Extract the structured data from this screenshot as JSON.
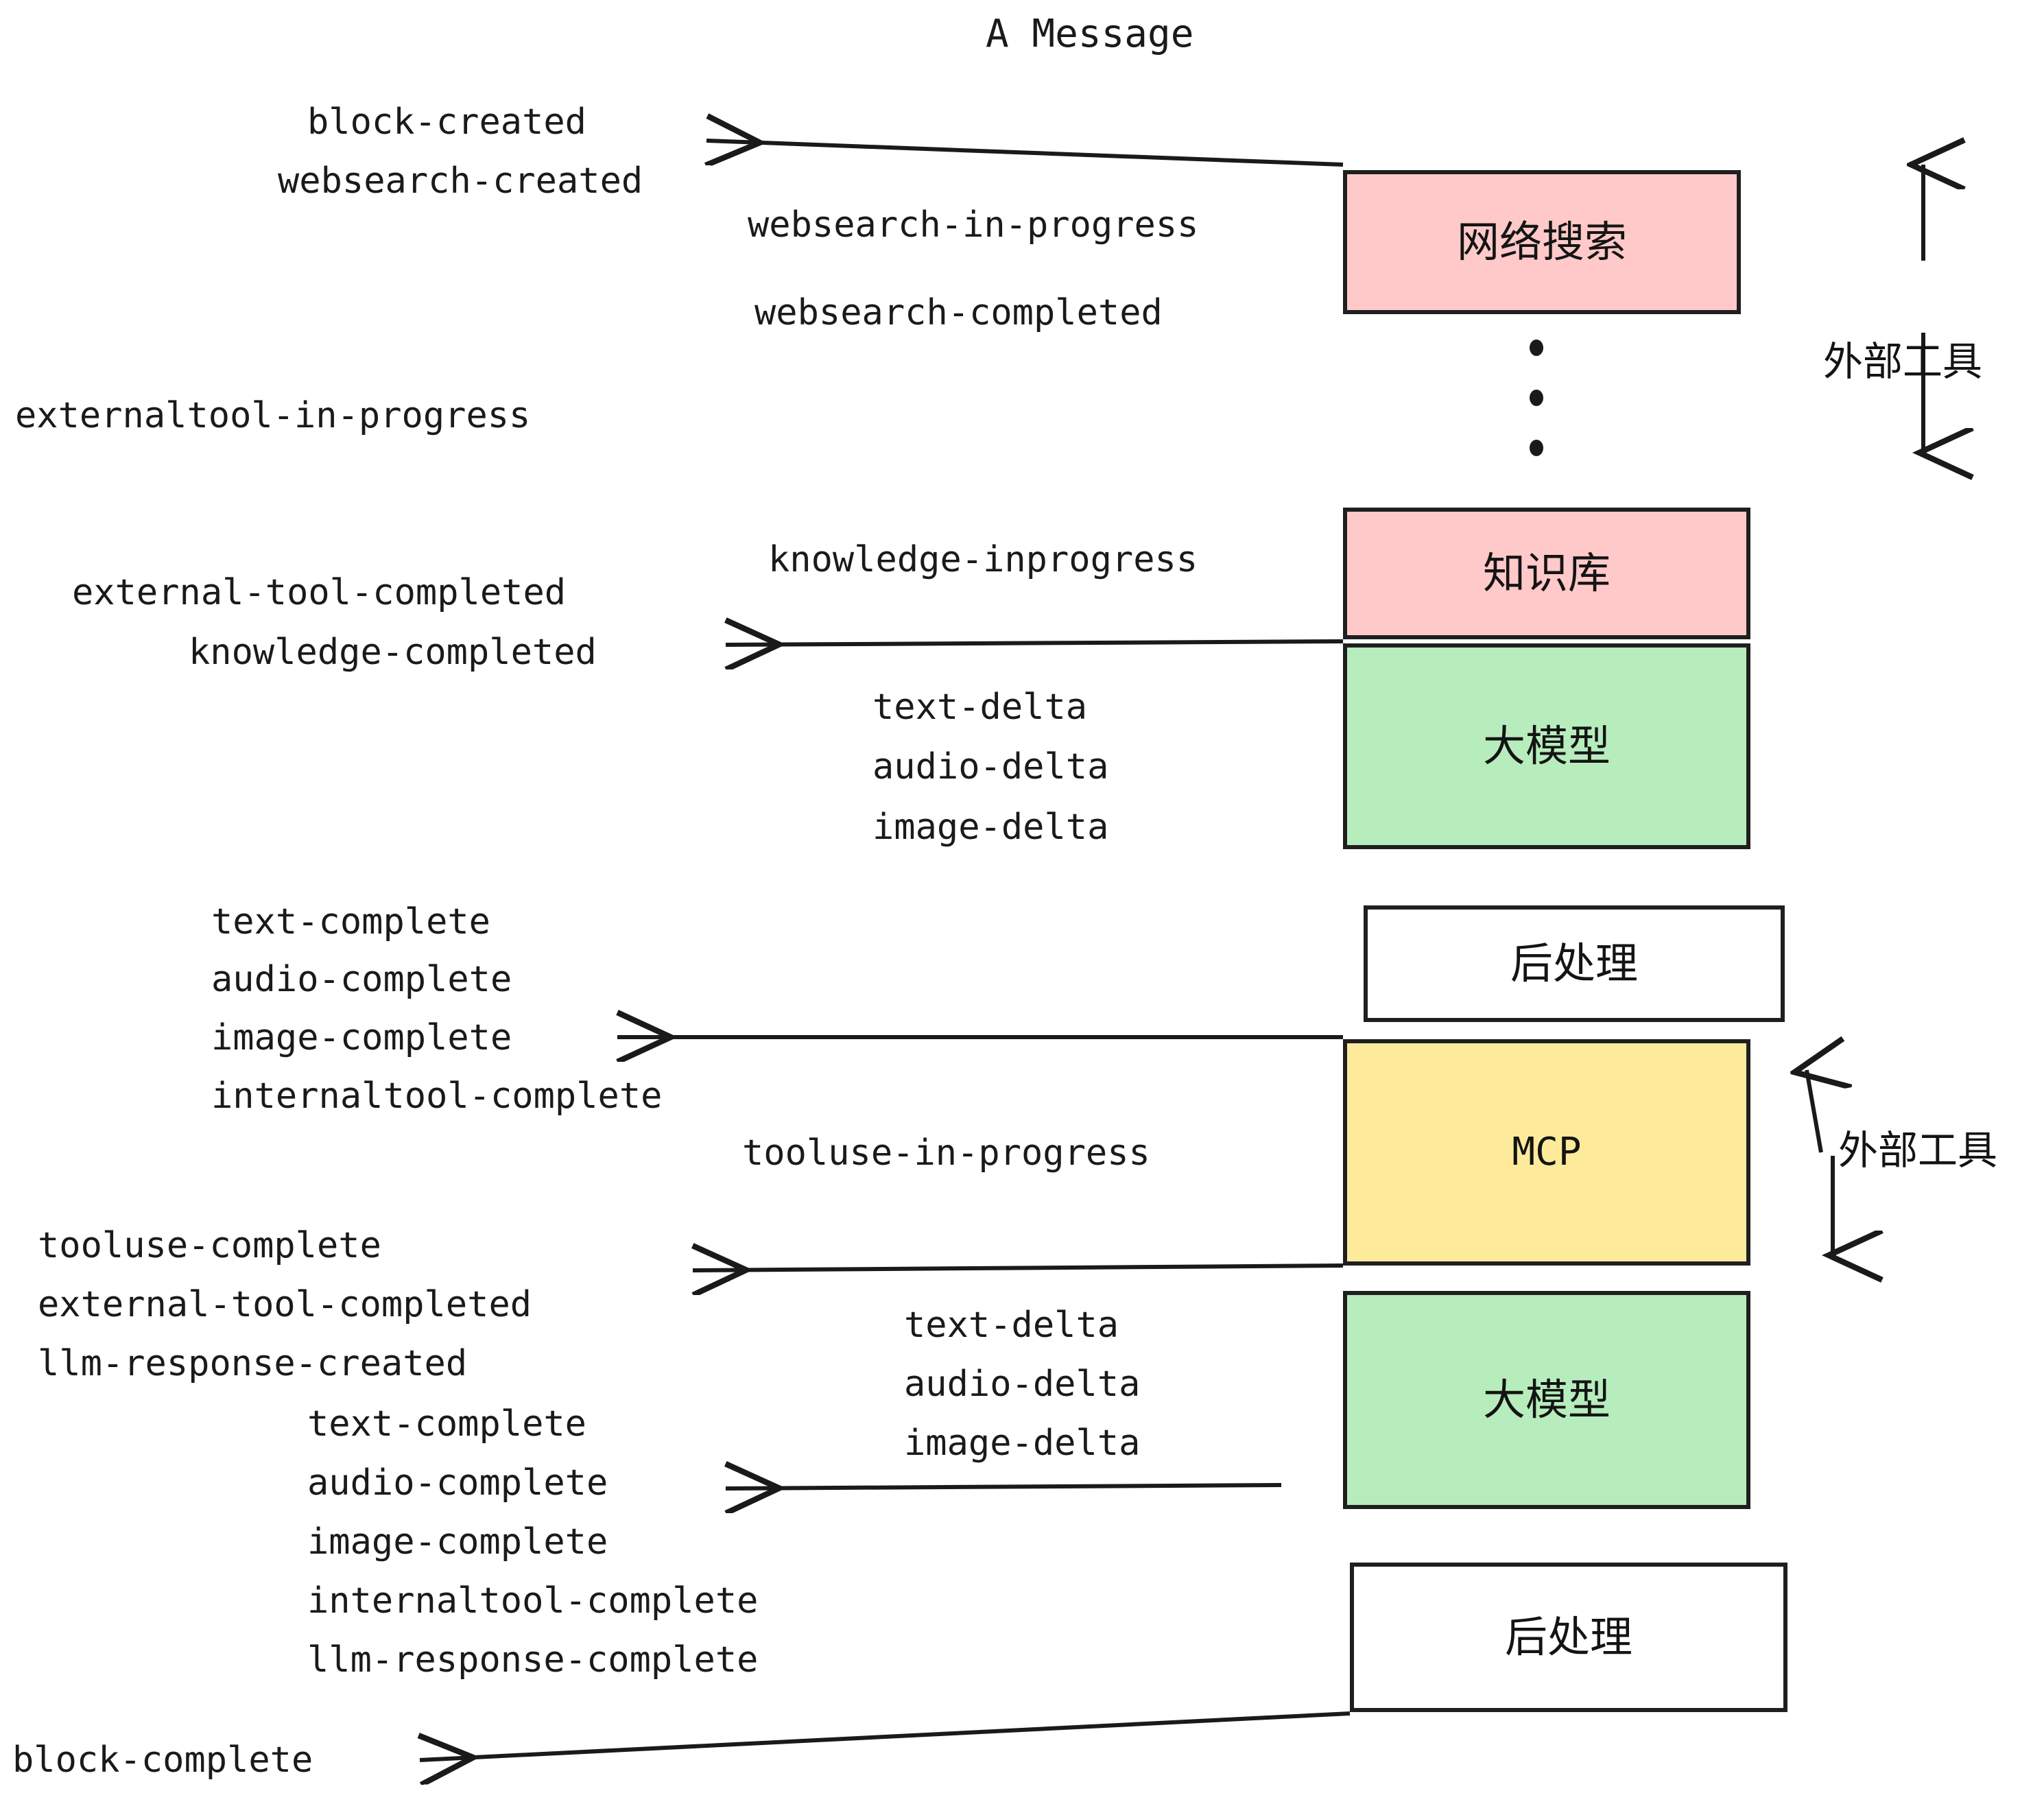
{
  "diagram": {
    "title": "A Message",
    "colors": {
      "pink": "#FFC9C9",
      "green": "#B7EDBD",
      "yellow": "#FDEB9B",
      "white": "#FFFFFF",
      "stroke": "#1F1F1F",
      "text": "#1A1A1A"
    },
    "nodes": [
      {
        "id": "websearch",
        "label": "网络搜索",
        "fill": "pink"
      },
      {
        "id": "knowledge",
        "label": "知识库",
        "fill": "pink"
      },
      {
        "id": "llm1",
        "label": "大模型",
        "fill": "green"
      },
      {
        "id": "postprocess1",
        "label": "后处理",
        "fill": "white"
      },
      {
        "id": "mcp",
        "label": "MCP",
        "fill": "yellow"
      },
      {
        "id": "llm2",
        "label": "大模型",
        "fill": "green"
      },
      {
        "id": "postprocess2",
        "label": "后处理",
        "fill": "white"
      }
    ],
    "side_labels": [
      {
        "id": "external-tools-top",
        "label": "外部工具"
      },
      {
        "id": "external-tools-bottom",
        "label": "外部工具"
      }
    ],
    "events": [
      {
        "id": "block-created",
        "text": "block-created"
      },
      {
        "id": "websearch-created",
        "text": "websearch-created"
      },
      {
        "id": "websearch-in-progress",
        "text": "websearch-in-progress"
      },
      {
        "id": "websearch-completed",
        "text": "websearch-completed"
      },
      {
        "id": "externaltool-in-progress",
        "text": "externaltool-in-progress"
      },
      {
        "id": "knowledge-inprogress",
        "text": "knowledge-inprogress"
      },
      {
        "id": "external-tool-completed-1",
        "text": "external-tool-completed"
      },
      {
        "id": "knowledge-completed",
        "text": "knowledge-completed"
      },
      {
        "id": "text-delta-1",
        "text": "text-delta"
      },
      {
        "id": "audio-delta-1",
        "text": "audio-delta"
      },
      {
        "id": "image-delta-1",
        "text": "image-delta"
      },
      {
        "id": "text-complete-1",
        "text": "text-complete"
      },
      {
        "id": "audio-complete-1",
        "text": "audio-complete"
      },
      {
        "id": "image-complete-1",
        "text": "image-complete"
      },
      {
        "id": "internaltool-complete-1",
        "text": "internaltool-complete"
      },
      {
        "id": "tooluse-in-progress",
        "text": "tooluse-in-progress"
      },
      {
        "id": "tooluse-complete",
        "text": "tooluse-complete"
      },
      {
        "id": "external-tool-completed-2",
        "text": "external-tool-completed"
      },
      {
        "id": "llm-response-created",
        "text": "llm-response-created"
      },
      {
        "id": "text-delta-2",
        "text": "text-delta"
      },
      {
        "id": "audio-delta-2",
        "text": "audio-delta"
      },
      {
        "id": "image-delta-2",
        "text": "image-delta"
      },
      {
        "id": "text-complete-2",
        "text": "text-complete"
      },
      {
        "id": "audio-complete-2",
        "text": "audio-complete"
      },
      {
        "id": "image-complete-2",
        "text": "image-complete"
      },
      {
        "id": "internaltool-complete-2",
        "text": "internaltool-complete"
      },
      {
        "id": "llm-response-complete",
        "text": "llm-response-complete"
      },
      {
        "id": "block-complete",
        "text": "block-complete"
      }
    ]
  }
}
